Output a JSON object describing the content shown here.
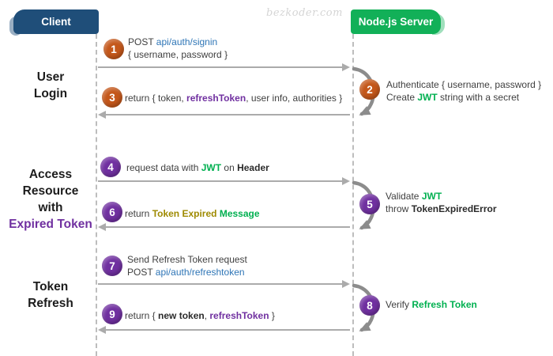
{
  "watermark": "bezkoder.com",
  "actors": {
    "client": {
      "label": "Client"
    },
    "server": {
      "label": "Node.js Server"
    }
  },
  "palette": {
    "client_blue": "#1f4e79",
    "server_green": "#12b058",
    "badge_orange": "#c4571a",
    "badge_purple": "#7030a0",
    "arrow_gray": "#ababab",
    "curve_gray": "#8c8c8c",
    "link_blue": "#2e75b6",
    "accent_green": "#00b050",
    "accent_purple": "#7030a0",
    "accent_gold": "#9e8a00",
    "text_dark": "#404040"
  },
  "sections": [
    {
      "rows": [
        [
          {
            "t": "User",
            "c": "title"
          }
        ],
        [
          {
            "t": "Login",
            "c": "title"
          }
        ]
      ]
    },
    {
      "rows": [
        [
          {
            "t": "Access",
            "c": "title"
          }
        ],
        [
          {
            "t": "Resource",
            "c": "title"
          }
        ],
        [
          {
            "t": "with",
            "c": "title"
          }
        ],
        [
          {
            "t": "Expired Token",
            "c": "titlePurple"
          }
        ]
      ]
    },
    {
      "rows": [
        [
          {
            "t": "Token",
            "c": "title"
          }
        ],
        [
          {
            "t": "Refresh",
            "c": "title"
          }
        ]
      ]
    }
  ],
  "steps": {
    "s1": {
      "num": "1",
      "badge": "orange",
      "lines": [
        [
          {
            "t": "POST ",
            "c": "plain"
          },
          {
            "t": "api/auth/signin",
            "c": "blue"
          }
        ],
        [
          {
            "t": "{ username, password }",
            "c": "plain"
          }
        ]
      ]
    },
    "s2": {
      "num": "2",
      "badge": "orange",
      "lines": [
        [
          {
            "t": "Authenticate { username, password }",
            "c": "plain"
          }
        ],
        [
          {
            "t": "Create ",
            "c": "plain"
          },
          {
            "t": "JWT",
            "c": "green"
          },
          {
            "t": " string with a secret",
            "c": "plain"
          }
        ]
      ]
    },
    "s3": {
      "num": "3",
      "badge": "orange",
      "lines": [
        [
          {
            "t": "return { token, ",
            "c": "plain"
          },
          {
            "t": "refreshToken",
            "c": "purple"
          },
          {
            "t": ", user info, authorities }",
            "c": "plain"
          }
        ]
      ]
    },
    "s4": {
      "num": "4",
      "badge": "purple",
      "lines": [
        [
          {
            "t": "request data with ",
            "c": "plain"
          },
          {
            "t": "JWT",
            "c": "green"
          },
          {
            "t": " on ",
            "c": "plain"
          },
          {
            "t": "Header",
            "c": "bold"
          }
        ]
      ]
    },
    "s5": {
      "num": "5",
      "badge": "purple",
      "lines": [
        [
          {
            "t": "Validate ",
            "c": "plain"
          },
          {
            "t": "JWT",
            "c": "green"
          }
        ],
        [
          {
            "t": "throw ",
            "c": "plain"
          },
          {
            "t": "TokenExpiredError",
            "c": "bold"
          }
        ]
      ]
    },
    "s6": {
      "num": "6",
      "badge": "purple",
      "lines": [
        [
          {
            "t": "return ",
            "c": "plain"
          },
          {
            "t": "Token Expired ",
            "c": "gold"
          },
          {
            "t": "Message",
            "c": "green"
          }
        ]
      ]
    },
    "s7": {
      "num": "7",
      "badge": "purple",
      "lines": [
        [
          {
            "t": "Send Refresh Token request",
            "c": "plain"
          }
        ],
        [
          {
            "t": "POST ",
            "c": "plain"
          },
          {
            "t": "api/auth/refreshtoken",
            "c": "blue"
          }
        ]
      ]
    },
    "s8": {
      "num": "8",
      "badge": "purple",
      "lines": [
        [
          {
            "t": "Verify ",
            "c": "plain"
          },
          {
            "t": "Refresh Token",
            "c": "green"
          }
        ]
      ]
    },
    "s9": {
      "num": "9",
      "badge": "purple",
      "lines": [
        [
          {
            "t": "return { ",
            "c": "plain"
          },
          {
            "t": "new token",
            "c": "bold"
          },
          {
            "t": ", ",
            "c": "plain"
          },
          {
            "t": "refreshToken",
            "c": "purple"
          },
          {
            "t": " }",
            "c": "plain"
          }
        ]
      ]
    }
  }
}
